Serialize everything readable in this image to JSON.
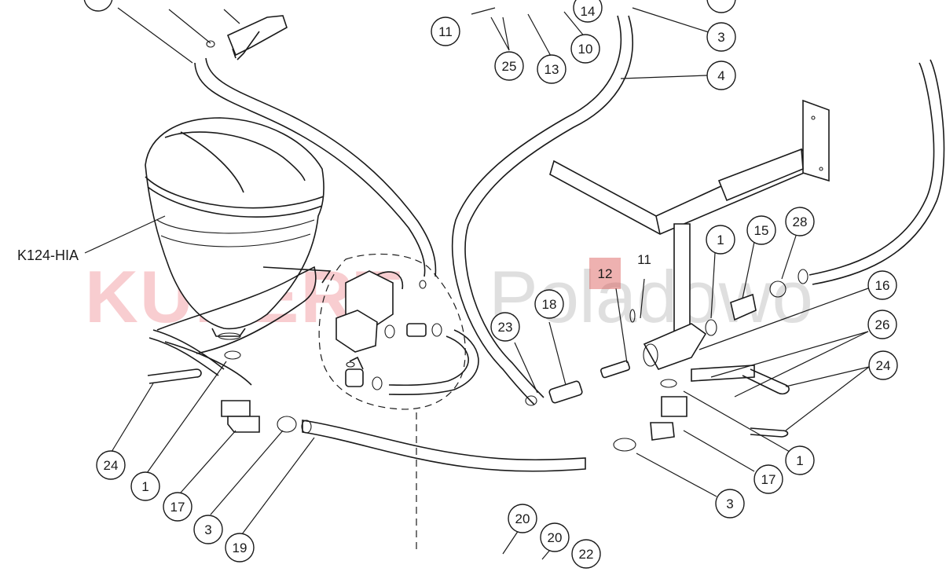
{
  "assembly_label": "K124-HIA",
  "highlight_color": "#d9534f",
  "watermark": {
    "part1": "KUNERT",
    "part2": "Poladowo"
  },
  "callouts": {
    "n11a": "11",
    "n25": "25",
    "n13": "13",
    "n10": "10",
    "n14": "14",
    "n3_top": "3",
    "n4": "4",
    "n11b": "11",
    "n12": "12",
    "n18": "18",
    "n23": "23",
    "n1_top": "1",
    "n15": "15",
    "n28": "28",
    "n16": "16",
    "n26": "26",
    "n24_right": "24",
    "n1_right": "1",
    "n17_right": "17",
    "n3_right": "3",
    "n24_left": "24",
    "n1_left": "1",
    "n17_left": "17",
    "n3_left": "3",
    "n19": "19",
    "n20a": "20",
    "n20b": "20",
    "n22": "22"
  }
}
